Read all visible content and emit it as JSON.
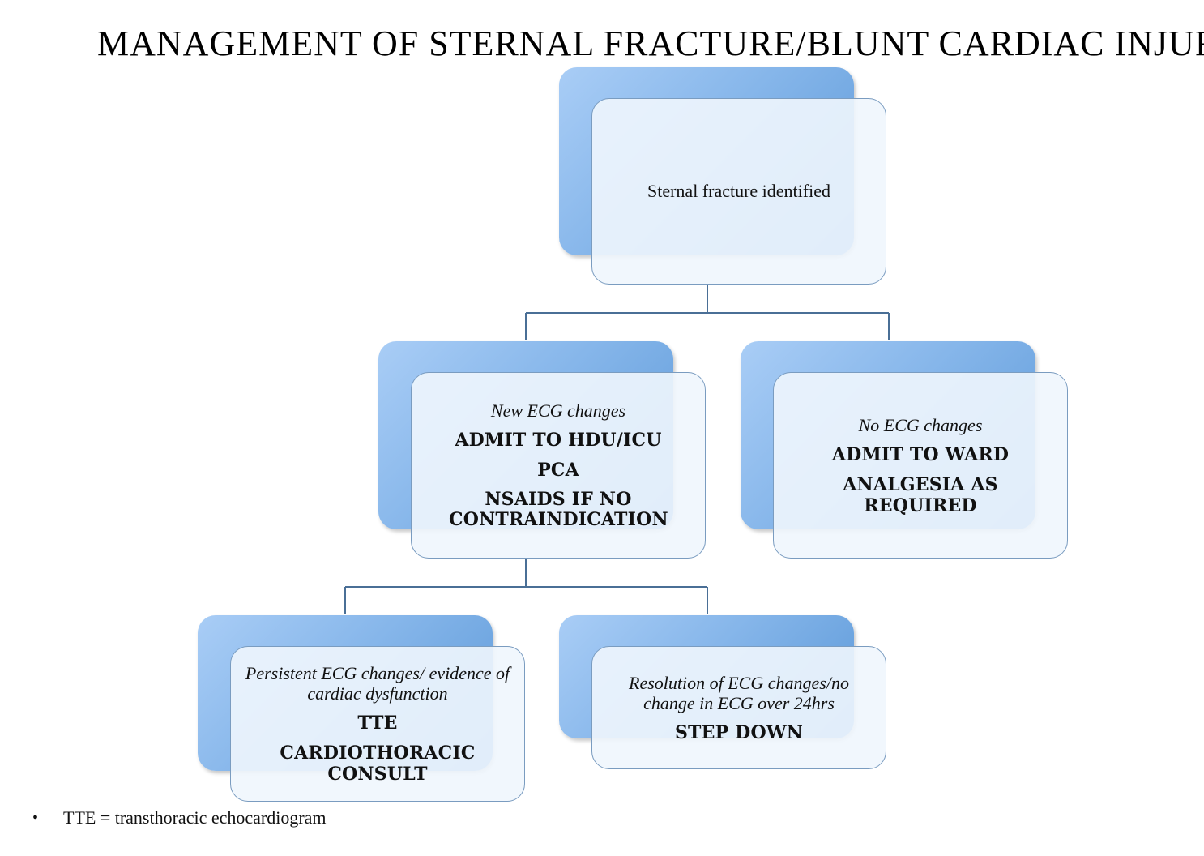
{
  "title": "MANAGEMENT OF STERNAL FRACTURE/BLUNT CARDIAC INJURY",
  "nodes": {
    "root": {
      "text": "Sternal fracture identified"
    },
    "new_ecg": {
      "heading": "New ECG changes",
      "lines": [
        "ADMIT TO HDU/ICU",
        "PCA",
        "NSAIDS IF NO CONTRAINDICATION"
      ]
    },
    "no_ecg": {
      "heading": "No ECG changes",
      "lines": [
        "ADMIT TO WARD",
        "ANALGESIA AS REQUIRED"
      ]
    },
    "persistent": {
      "heading": "Persistent ECG changes/ evidence of cardiac dysfunction",
      "lines": [
        "TTE",
        "CARDIOTHORACIC CONSULT"
      ]
    },
    "resolution": {
      "heading": "Resolution of ECG changes/no change in ECG over 24hrs",
      "lines": [
        "STEP DOWN"
      ]
    }
  },
  "footnote": {
    "bullet": "•",
    "text": "TTE = transthoracic echocardiogram"
  },
  "colors": {
    "node_gradient_light": "#a9cdf6",
    "node_gradient_dark": "#5b98d8",
    "node_front_border": "#7a9cc0",
    "connector": "#4a6f96"
  }
}
